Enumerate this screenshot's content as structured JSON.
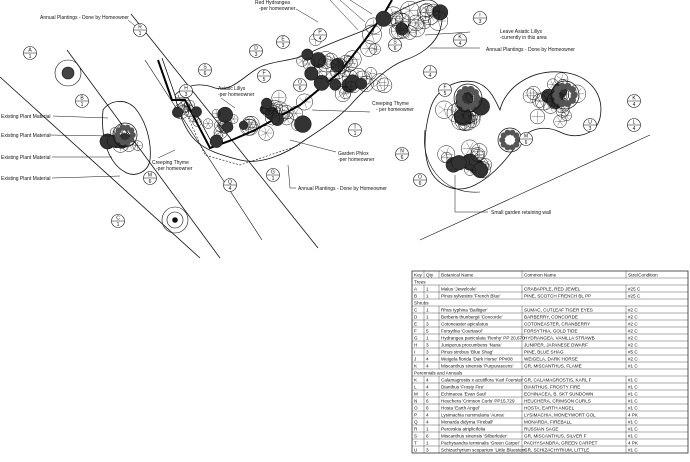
{
  "labels": {
    "annual_plantings_top_left": "Annual Plantings - Done by Homeowner",
    "red_hydrangea": "Red Hydrangea",
    "red_hydrangea_note": "-per homeowner",
    "leave_asiatic_lilies": "Leave Asiatic Lillys",
    "leave_asiatic_lilies_note": "-currently in this area",
    "annual_plantings_right": "Annual Plantings - Done by Homeowner",
    "asiatic_lilys": "Asiatic Lillys",
    "asiatic_lilys_note": "-per homeowner",
    "creeping_thyme_right": "Creeping Thyme",
    "creeping_thyme_right_note": "- per homeowner",
    "garden_phlox": "Garden Phlox",
    "garden_phlox_note": "-per homeowner",
    "annual_plantings_bottom": "Annual Plantings - Done by Homeowner",
    "creeping_thyme_left": "Creeping Thyme",
    "creeping_thyme_left_note": "-per homeowner",
    "existing_plant_1": "Existing Plant Material",
    "existing_plant_2": "Existing Plant Material",
    "existing_plant_3": "Existing Plant Material",
    "existing_plant_4": "Existing Plant Material",
    "small_retaining_wall": "Small garden retaining wall"
  },
  "schedule": {
    "headers": [
      "Key",
      "Qty",
      "Botanical Name",
      "Common Name",
      "Size/Condition"
    ],
    "sections": [
      {
        "title": "Trees",
        "rows": [
          [
            "A",
            "1",
            "Malus 'Jewelcole'",
            "CRABAPPLE, RED JEWEL",
            "#25 C"
          ],
          [
            "B",
            "1",
            "Pinus sylvestris 'French Blue'",
            "PINE, SCOTCH FRENCH BL PP",
            "#25 C"
          ]
        ]
      },
      {
        "title": "Shrubs",
        "rows": [
          [
            "C",
            "1",
            "Rhus typhina 'Bailtiger'",
            "SUMAC, CUTLEAF TIGER EYES",
            "#2 C"
          ],
          [
            "D",
            "1",
            "Berberis thunbergii 'Concorde'",
            "BARBERRY, CONCORDE",
            "#2 C"
          ],
          [
            "E",
            "3",
            "Cotoneaster apiculatus",
            "COTONEASTER, CRANBERRY",
            "#2 C"
          ],
          [
            "F",
            "5",
            "Forsythia 'Courtasol'",
            "FORSYTHIA, GOLD TIDE",
            "#2 C"
          ],
          [
            "G",
            "1",
            "Hydrangea paniculata 'Renhy' PP 20,670",
            "HYDRANGEA, VANILLA STRAWB",
            "#2 C"
          ],
          [
            "H",
            "3",
            "Juniperus procumbens 'Nana'",
            "JUNIPER, JAPANESE DWARF",
            "#2 C"
          ],
          [
            "I",
            "3",
            "Pinus strobus 'Blue Shag'",
            "PINE, BLUE SHAG",
            "#5 C"
          ],
          [
            "J",
            "4",
            "Weigela florida 'Dark Horse' PP#08",
            "WEIGELA, DARK HORSE",
            "#2 C"
          ],
          [
            "K",
            "4",
            "Miscanthus sinensis 'Purpurascens'",
            "GR, MISCANTHUS, FLAME",
            "#1 C"
          ]
        ]
      },
      {
        "title": "Perennials and Annuals",
        "rows": [
          [
            "K",
            "4",
            "Calamagrostis x acutiflora 'Karl Foerster'",
            "GR, CALAMAGROSTIS, KARL F",
            "#1 C"
          ],
          [
            "L",
            "4",
            "Dianthus 'Frosty Fire'",
            "DIANTHUS, FROSTY FIRE",
            "#1 C"
          ],
          [
            "M",
            "6",
            "Echinacea 'Evan Saul'",
            "ECHINACEA, B. SKT SUNDOWN",
            "#1 C"
          ],
          [
            "N",
            "6",
            "Heuchera 'Crimson Curls' PP15,729",
            "HEUCHERA, CRIMSON CURLS",
            "#1 C"
          ],
          [
            "O",
            "6",
            "Hosta 'Earth Angel'",
            "HOSTA, EARTH ANGEL",
            "#1 C"
          ],
          [
            "P",
            "4",
            "Lysimachia nummularia 'Aurea'",
            "LYSIMACHIA, MONEYWORT GOL",
            "4 PK"
          ],
          [
            "Q",
            "4",
            "Monarda didyma 'Fireball'",
            "MONARDA, FIREBALL",
            "#1 C"
          ],
          [
            "R",
            "1",
            "Perovskia atriplicifolia",
            "RUSSIAN SAGE",
            "#1 C"
          ],
          [
            "S",
            "6",
            "Miscanthus sinensis 'Silberfeder'",
            "GR, MISCANTHUS, SILVER F",
            "#1 C"
          ],
          [
            "T",
            "1",
            "Pachysandra terminalis 'Green Carpet'",
            "PACHYSANDRA, GREEN CARPET",
            "4 PK"
          ],
          [
            "U",
            "3",
            "Schizachyrium scoparium 'Little Bluestem'",
            "GR, SCHIZACHYRIUM, LITTLE",
            "#1 C"
          ]
        ]
      }
    ]
  },
  "callouts": [
    {
      "top": "A",
      "bottom": "1"
    },
    {
      "top": "B",
      "bottom": "1"
    },
    {
      "top": "C",
      "bottom": "1"
    },
    {
      "top": "D",
      "bottom": "3"
    },
    {
      "top": "E",
      "bottom": "3"
    },
    {
      "top": "F",
      "bottom": "5"
    },
    {
      "top": "G",
      "bottom": "1"
    },
    {
      "top": "H",
      "bottom": "3"
    },
    {
      "top": "I",
      "bottom": "3"
    },
    {
      "top": "J",
      "bottom": "4"
    },
    {
      "top": "K",
      "bottom": "4"
    },
    {
      "top": "L",
      "bottom": "4"
    },
    {
      "top": "M",
      "bottom": "6"
    },
    {
      "top": "N",
      "bottom": "6"
    },
    {
      "top": "O",
      "bottom": "6"
    },
    {
      "top": "P",
      "bottom": "4"
    },
    {
      "top": "Q",
      "bottom": "4"
    },
    {
      "top": "R",
      "bottom": "1"
    },
    {
      "top": "S",
      "bottom": "6"
    },
    {
      "top": "T",
      "bottom": "1"
    },
    {
      "top": "U",
      "bottom": "3"
    },
    {
      "top": "K",
      "bottom": "4"
    },
    {
      "top": "F",
      "bottom": "5"
    },
    {
      "top": "M",
      "bottom": "6"
    },
    {
      "top": "O",
      "bottom": "6"
    },
    {
      "top": "S",
      "bottom": "6"
    }
  ]
}
